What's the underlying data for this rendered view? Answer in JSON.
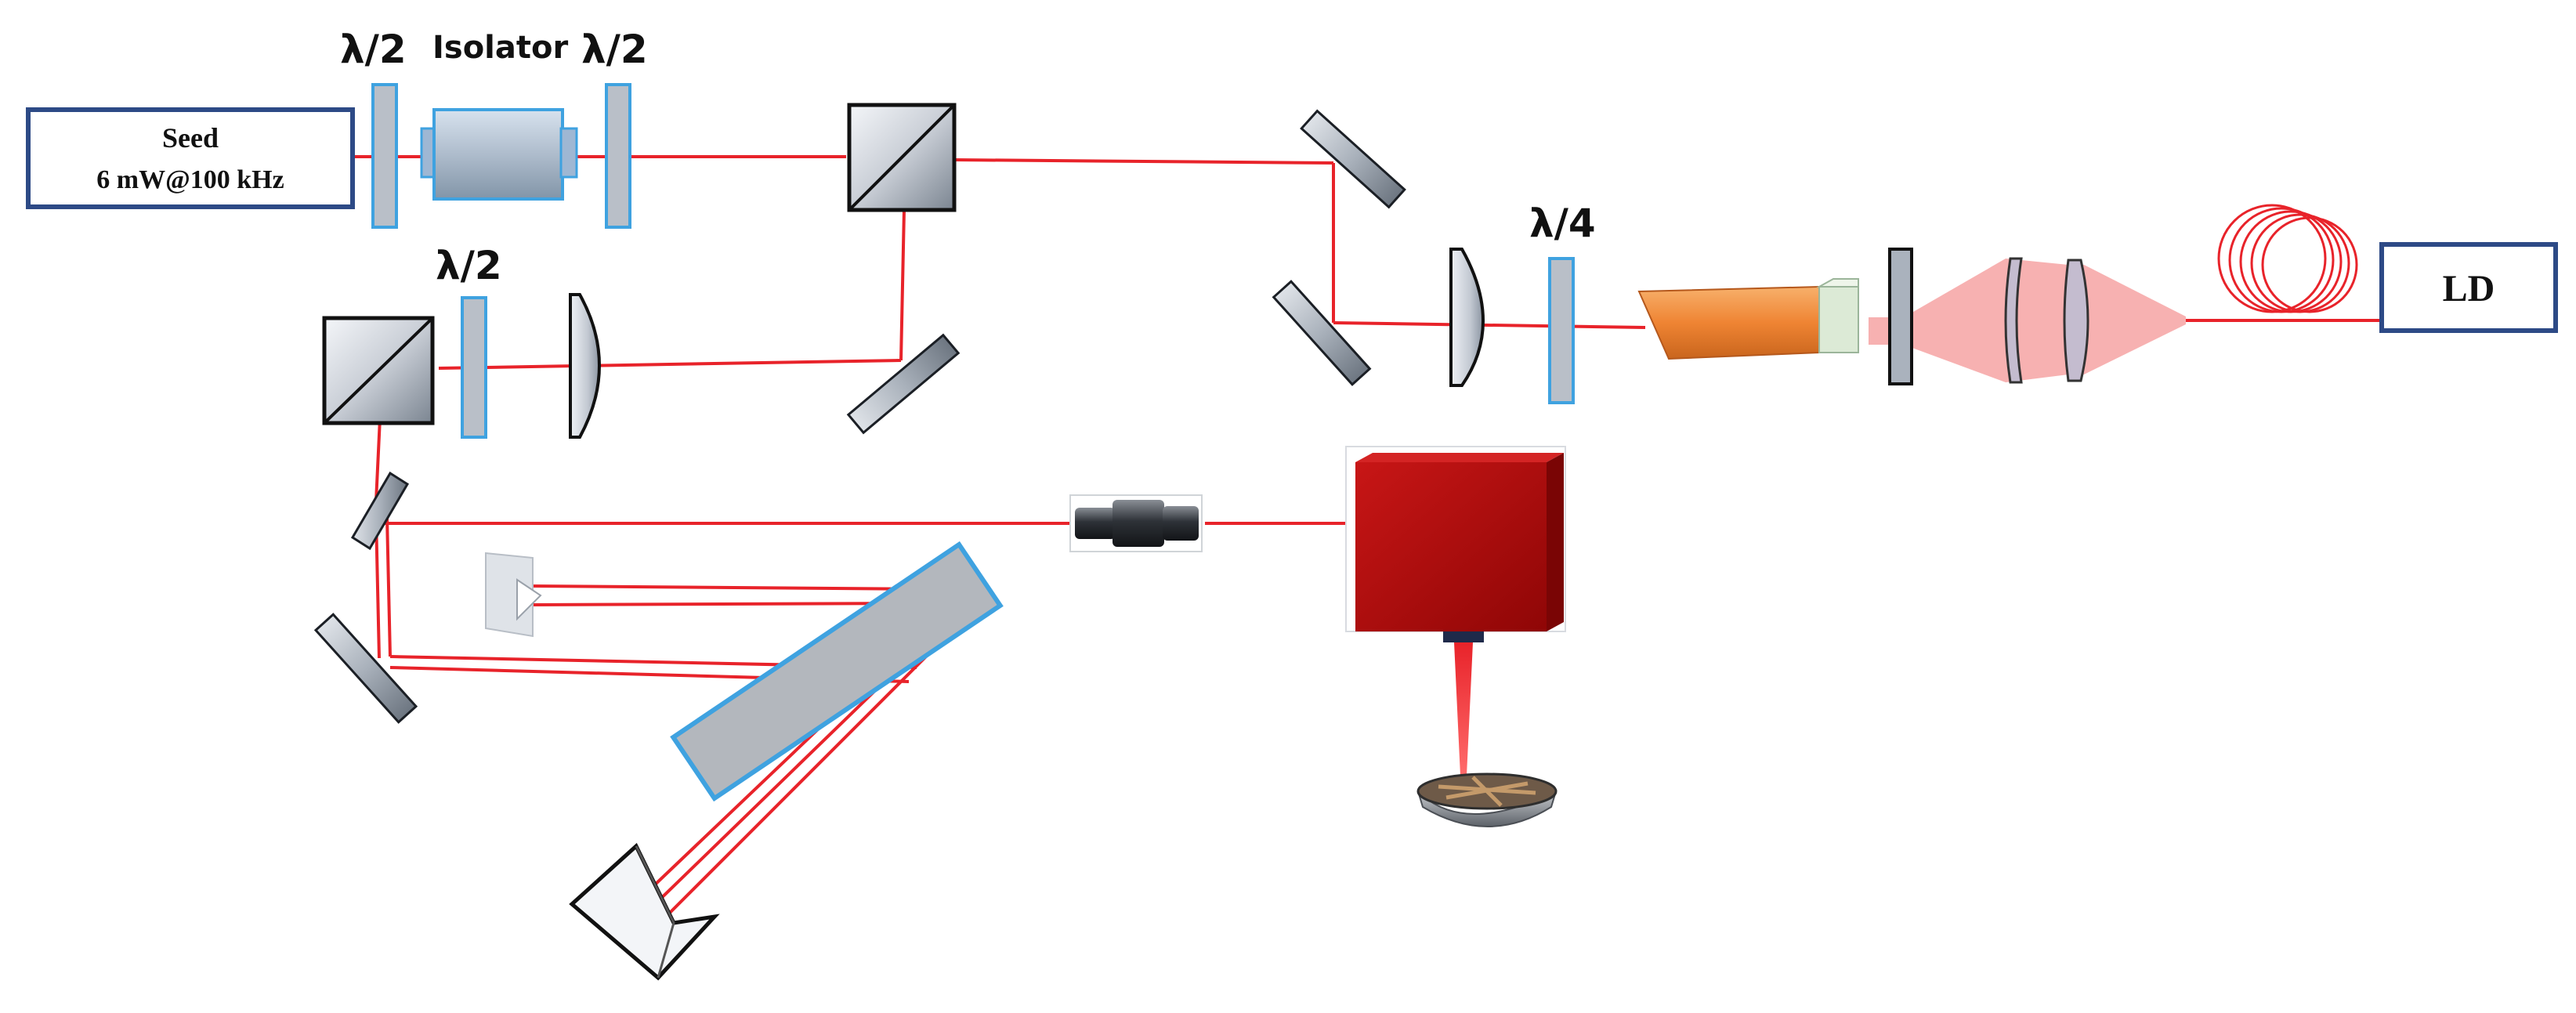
{
  "labels": {
    "hwp_1": "λ/2",
    "isolator": "Isolator",
    "hwp_2": "λ/2",
    "hwp_3": "λ/2",
    "qwp": "λ/4"
  },
  "seed": {
    "line1": "Seed",
    "line2": "6 mW@100 kHz"
  },
  "ld": {
    "label": "LD"
  },
  "colors": {
    "beam": "#e8232a",
    "waveplate_fill": "#b9bfc8",
    "waveplate_stroke": "#3fa2e0",
    "box_stroke": "#2d4a86",
    "scanner": "#b30b0b",
    "crystal": "#f08a3a",
    "pump_cone": "#f6a3a3",
    "grating": "#b3b7bd"
  }
}
